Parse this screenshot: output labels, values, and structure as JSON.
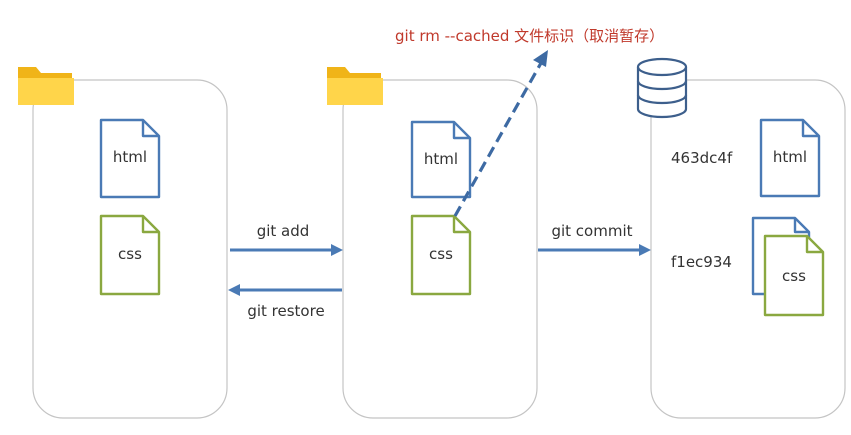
{
  "colors": {
    "box_stroke": "#c4c4c4",
    "html_file": "#4a7ab5",
    "css_file": "#8aa840",
    "arrow": "#4a7ab5",
    "folder_back": "#f0b418",
    "folder_front": "#ffd54a",
    "db_stroke": "#3d5f8c",
    "annotation": "#c0392b",
    "text": "#333333"
  },
  "icons": {
    "working_dir": "folder-icon",
    "staging_area": "folder-icon",
    "repository": "database-icon"
  },
  "working_dir": {
    "files": [
      "html",
      "css"
    ]
  },
  "staging_area": {
    "files": [
      "html",
      "css"
    ]
  },
  "repository": {
    "commits": [
      {
        "hash": "463dc4f",
        "file": "html"
      },
      {
        "hash": "f1ec934",
        "file": "css"
      }
    ]
  },
  "arrows": {
    "add": "git add",
    "restore": "git restore",
    "commit": "git commit",
    "rm_cached": "git rm --cached 文件标识（取消暂存）"
  }
}
